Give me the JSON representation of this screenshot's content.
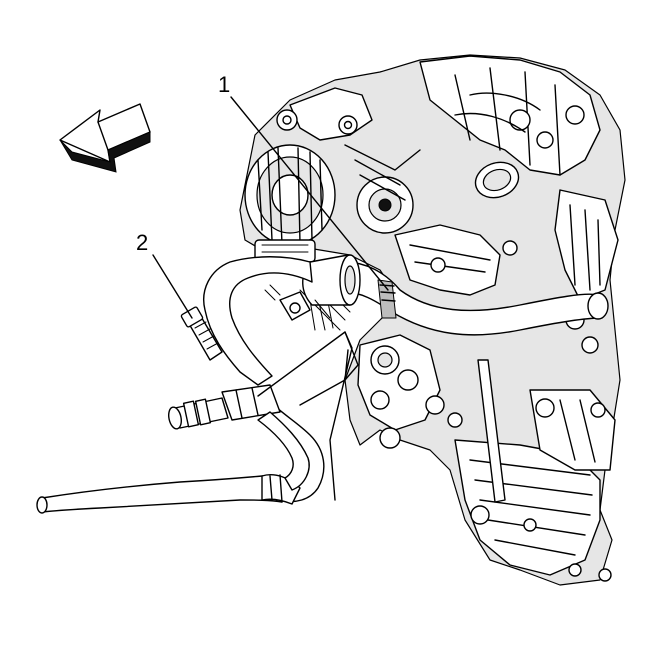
{
  "callouts": [
    {
      "label": "1",
      "part": "hose"
    },
    {
      "label": "2",
      "part": "bolt"
    }
  ],
  "colors": {
    "line": "#000000",
    "background": "#ffffff",
    "shade": "#e6e6e6"
  }
}
